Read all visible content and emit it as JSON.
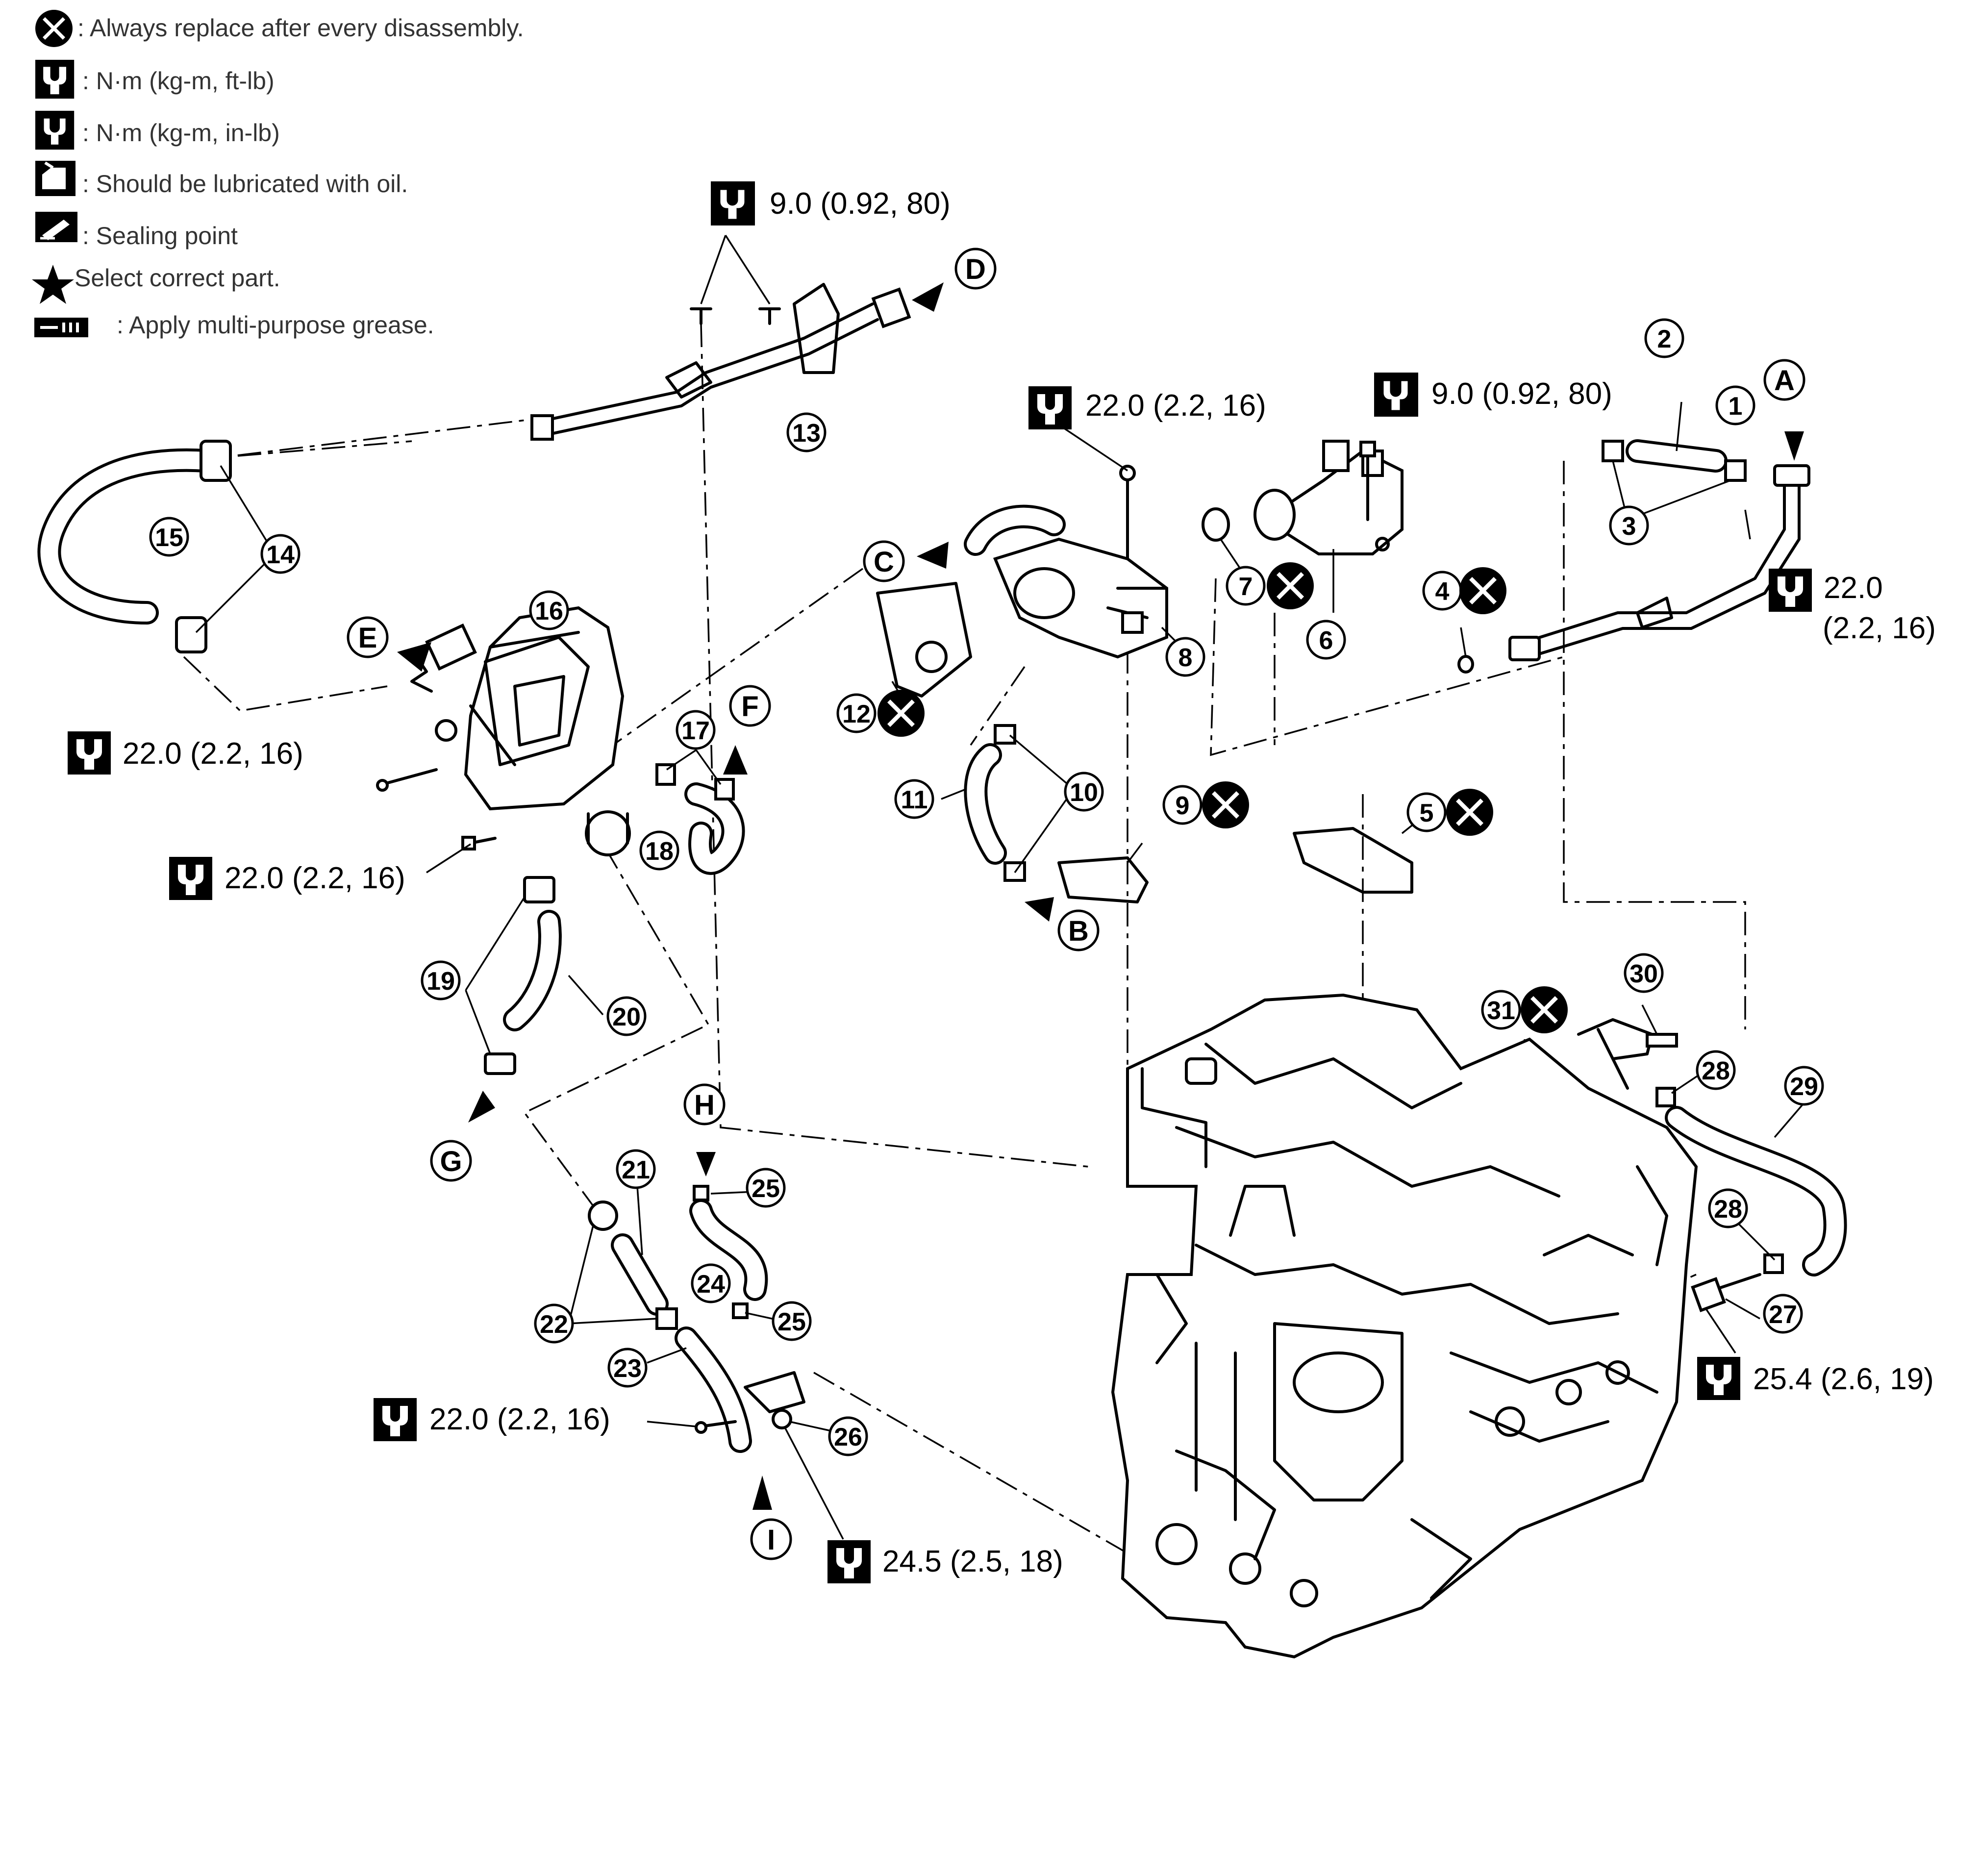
{
  "legend": [
    {
      "icon": "replace-x-icon",
      "text": ": Always replace after every disassembly."
    },
    {
      "icon": "torque-ft-lb-icon",
      "text": ": N·m (kg-m, ft-lb)"
    },
    {
      "icon": "torque-in-lb-icon",
      "text": ": N·m (kg-m, in-lb)"
    },
    {
      "icon": "oil-can-icon",
      "text": ": Should be lubricated with oil."
    },
    {
      "icon": "sealing-point-icon",
      "text": ": Sealing point"
    },
    {
      "icon": "star-icon",
      "text": "Select correct part."
    },
    {
      "icon": "grease-icon",
      "text": ": Apply multi-purpose grease."
    }
  ],
  "torques": {
    "t1": "9.0 (0.92, 80)",
    "t2": "22.0 (2.2, 16)",
    "t3": "9.0 (0.92, 80)",
    "t4a": "22.0",
    "t4b": "(2.2, 16)",
    "t5": "22.0 (2.2, 16)",
    "t6": "22.0 (2.2, 16)",
    "t7": "22.0 (2.2, 16)",
    "t8": "24.5 (2.5, 18)",
    "t9": "25.4 (2.6, 19)"
  },
  "parts": {
    "p1": "1",
    "p2": "2",
    "p3": "3",
    "p4": "4",
    "p5": "5",
    "p6": "6",
    "p7": "7",
    "p8": "8",
    "p9": "9",
    "p10": "10",
    "p11": "11",
    "p12": "12",
    "p13": "13",
    "p14": "14",
    "p15": "15",
    "p16": "16",
    "p17": "17",
    "p18": "18",
    "p19": "19",
    "p20": "20",
    "p21": "21",
    "p22": "22",
    "p23": "23",
    "p24": "24",
    "p25a": "25",
    "p25b": "25",
    "p26": "26",
    "p27": "27",
    "p28a": "28",
    "p28b": "28",
    "p29": "29",
    "p30": "30",
    "p31": "31"
  },
  "arrows": {
    "A": "A",
    "B": "B",
    "C": "C",
    "D": "D",
    "E": "E",
    "F": "F",
    "G": "G",
    "H": "H",
    "I": "I"
  }
}
